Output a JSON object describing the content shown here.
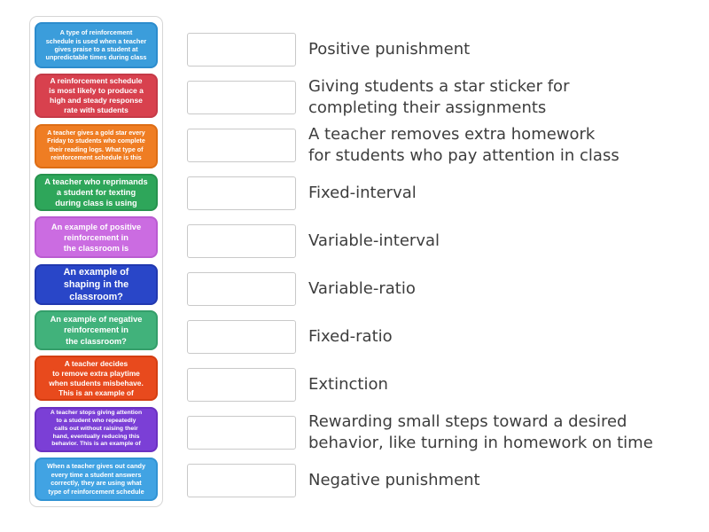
{
  "activity": {
    "kind": "match-up-quiz",
    "answer_text_color": "#3d3d3d",
    "panel_border_color": "#d6d6d6",
    "drop_box_border_color": "#c9c9c9",
    "drop_box_fill": "#ffffff"
  },
  "cards": [
    {
      "text": "A type of reinforcement\nschedule is used when a teacher\ngives praise to a student at\nunpredictable times during class",
      "bg": "#3b9ddb",
      "border": "#2c8ccd"
    },
    {
      "text": "A reinforcement schedule\nis most likely to produce a\nhigh and steady response\nrate with students",
      "bg": "#d8414e",
      "border": "#c53a47"
    },
    {
      "text": "A teacher gives a gold star every\nFriday to students who complete\ntheir reading logs. What type of\nreinforcement schedule is this",
      "bg": "#ef7d23",
      "border": "#dd6d15"
    },
    {
      "text": "A teacher who reprimands\na student for texting\nduring class is using",
      "bg": "#2ea65a",
      "border": "#27934e"
    },
    {
      "text": "An example of positive\nreinforcement in\nthe classroom is",
      "bg": "#cb6ce1",
      "border": "#ba5bd1"
    },
    {
      "text": "An example of\nshaping in the\nclassroom?",
      "bg": "#2946c8",
      "border": "#2138b0"
    },
    {
      "text": "An example of negative\nreinforcement in\nthe classroom?",
      "bg": "#41b27b",
      "border": "#349e6a"
    },
    {
      "text": "A teacher decides\nto remove extra playtime\nwhen students misbehave.\nThis is an example of",
      "bg": "#e84a1d",
      "border": "#d43e12"
    },
    {
      "text": "A teacher stops giving attention\nto a student who repeatedly\ncalls out without raising their\nhand, eventually reducing this\nbehavior. This is an example of",
      "bg": "#7b3fd6",
      "border": "#6b31c2"
    },
    {
      "text": "When a teacher gives out candy\nevery time a student answers\ncorrectly, they are using what\ntype of reinforcement schedule",
      "bg": "#41a3e3",
      "border": "#3193d4"
    }
  ],
  "rows": [
    {
      "answer": "Positive punishment"
    },
    {
      "answer": "Giving students a star sticker for\ncompleting their assignments"
    },
    {
      "answer": "A teacher removes extra homework\nfor students who pay attention in class"
    },
    {
      "answer": "Fixed-interval"
    },
    {
      "answer": "Variable-interval"
    },
    {
      "answer": "Variable-ratio"
    },
    {
      "answer": "Fixed-ratio"
    },
    {
      "answer": "Extinction"
    },
    {
      "answer": "Rewarding small steps toward a desired\nbehavior, like turning in homework on time"
    },
    {
      "answer": "Negative punishment"
    }
  ]
}
